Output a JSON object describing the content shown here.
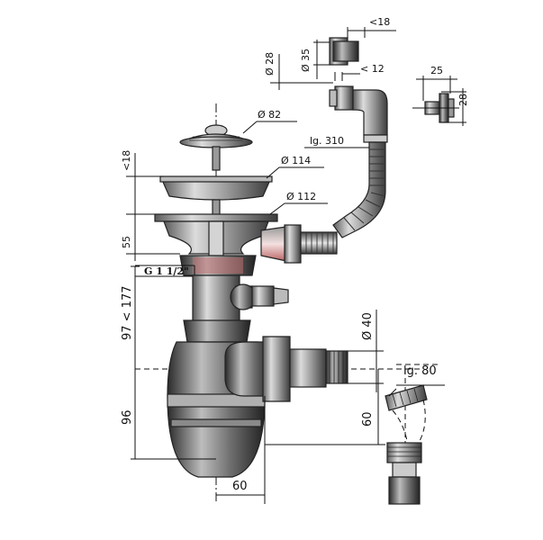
{
  "dimensions": {
    "top_right_width": "<18",
    "diam_35": "Ø 35",
    "diam_28": "Ø 28",
    "len_12": "< 12",
    "side_25": "25",
    "side_28": "28",
    "diam_82": "Ø 82",
    "basket_height": "<18",
    "diam_114": "Ø 114",
    "hose_length": "lg. 310",
    "diam_112": "Ø 112",
    "height_55": "55",
    "thread": "G 1 1/2\"",
    "height_range": "97 < 177",
    "diam_40": "Ø 40",
    "elbow_length": "lg. 80",
    "height_96": "96",
    "height_60": "60",
    "offset_60": "60"
  },
  "colors": {
    "line": "#111111",
    "part_dark": "#3a3a3a",
    "part_mid": "#8a8a8a",
    "part_light": "#d9d9d9",
    "accent": "#c85a5a"
  }
}
